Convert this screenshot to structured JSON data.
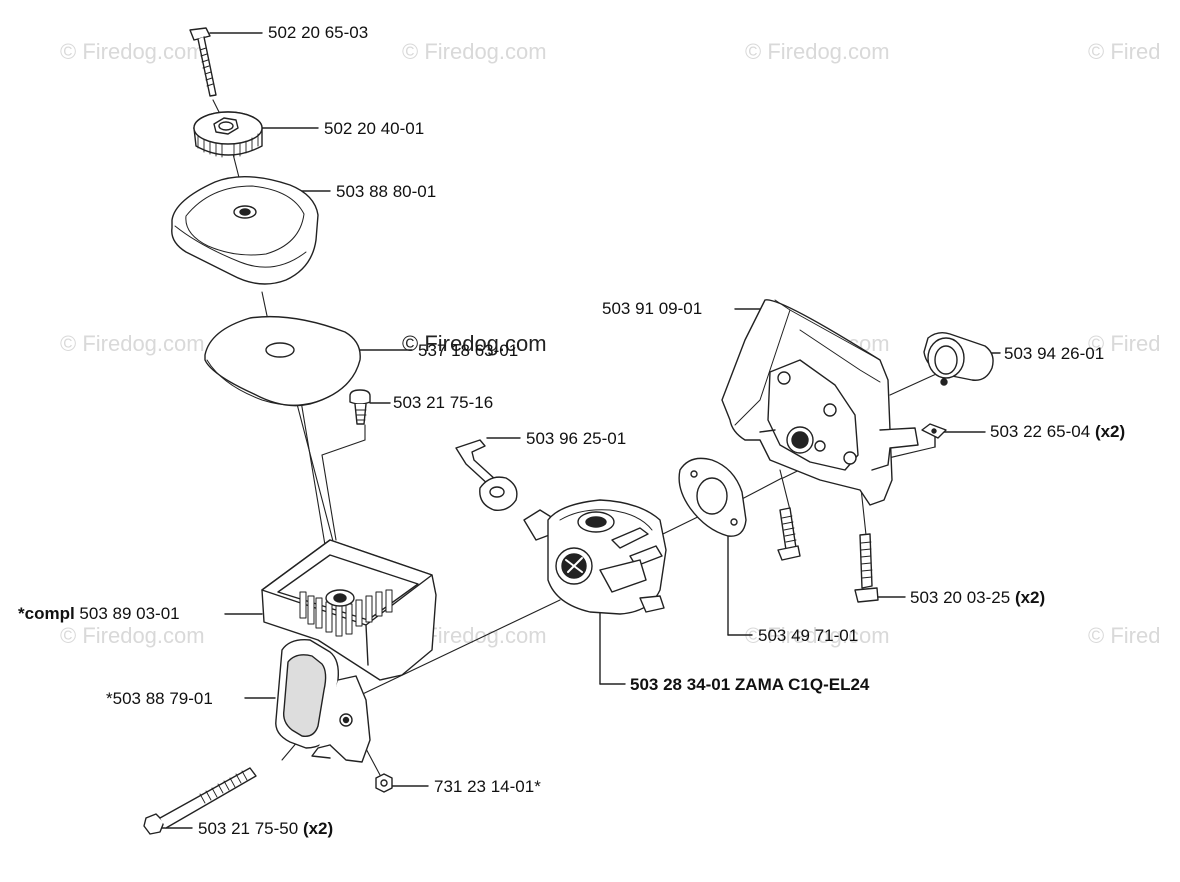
{
  "watermark": {
    "text": "© Firedog.com",
    "text_partial": "© Fired",
    "center_text": "© Firedog.com"
  },
  "labels": {
    "bolt_top": "502 20 65-03",
    "knob": "502 20 40-01",
    "filter_cover": "503 88 80-01",
    "filter_element": "537 18 63-01",
    "screw_small": "503 21 75-16",
    "lever": "503 96 25-01",
    "bracket": "503 91 09-01",
    "sleeve": "503 94 26-01",
    "clip": "503 22 65-04",
    "clip_qty": "(x2)",
    "filter_housing_prefix": "*compl",
    "filter_housing": "503 89 03-01",
    "gasket": "503 49 71-01",
    "screw_pair": "503 20 03-25",
    "screw_pair_qty": "(x2)",
    "carburetor": "503 28 34-01 ZAMA C1Q-EL24",
    "boot": "*503 88 79-01",
    "nut": "731 23 14-01*",
    "long_bolt": "503 21 75-50",
    "long_bolt_qty": "(x2)"
  }
}
